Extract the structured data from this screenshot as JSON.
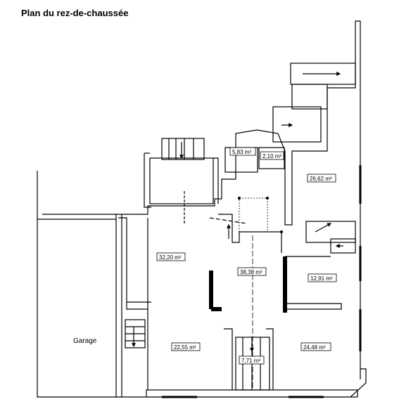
{
  "title": "Plan du rez-de-chaussée",
  "rooms": [
    {
      "id": "wc1",
      "area": "5,83 m²"
    },
    {
      "id": "wc2",
      "area": "2,10 m²"
    },
    {
      "id": "room-ne",
      "area": "26,62 m²"
    },
    {
      "id": "living",
      "area": "32,20 m²"
    },
    {
      "id": "hall",
      "area": "38,38 m²"
    },
    {
      "id": "room-e",
      "area": "12,91 m²"
    },
    {
      "id": "room-sw",
      "area": "22,55 m²"
    },
    {
      "id": "entry",
      "area": "7,71 m²"
    },
    {
      "id": "room-se",
      "area": "24,48 m²"
    }
  ],
  "garage_label": "Garage"
}
